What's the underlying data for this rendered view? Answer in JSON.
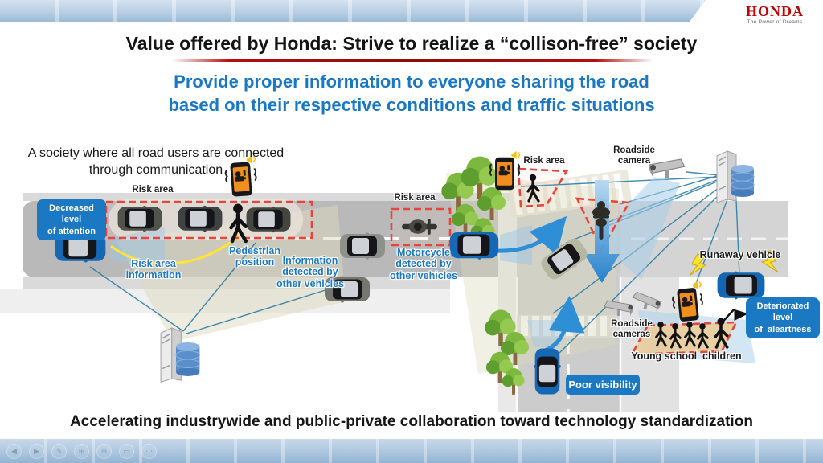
{
  "slide": {
    "logo_name": "HONDA",
    "logo_tagline": "The Power of Dreams",
    "title": "Value offered by Honda: Strive to realize a “collison-free” society",
    "subtitle_lines": [
      "Provide proper information to everyone sharing the road",
      "based on their respective conditions and traffic situations"
    ],
    "intro_lines": [
      "A society where all road users are connected",
      "through communication"
    ],
    "footer_statement": "Accelerating industrywide and public-private collaboration toward technology standardization"
  },
  "diagram": {
    "labels": {
      "risk_area_left": "Risk area",
      "risk_area_mid": "Risk area",
      "risk_area_right": "Risk area",
      "decreased_attention_lines": [
        "Decreased level",
        "of attention"
      ],
      "risk_area_info_lines": [
        "Risk area",
        "information"
      ],
      "pedestrian_position_lines": [
        "Pedestrian",
        "position"
      ],
      "info_detected_lines": [
        "Information",
        "detected by",
        "other vehicles"
      ],
      "motorcycle_detected_lines": [
        "Motorcycle",
        "detected by",
        "other vehicles"
      ],
      "roadside_camera_lines": [
        "Roadside",
        "camera"
      ],
      "roadside_cameras_lines": [
        "Roadside",
        "cameras"
      ],
      "runaway_vehicle": "Runaway vehicle",
      "deteriorated_lines": [
        "Deteriorated level",
        "of  aleartness"
      ],
      "young_school_children": "Young school  children",
      "poor_visibility": "Poor visibility"
    }
  },
  "controls": [
    {
      "name": "previous-slide",
      "glyph": "◀"
    },
    {
      "name": "next-slide",
      "glyph": "▶"
    },
    {
      "name": "pen",
      "glyph": "✎"
    },
    {
      "name": "see-all-slides",
      "glyph": "⊞"
    },
    {
      "name": "zoom",
      "glyph": "⊕"
    },
    {
      "name": "subtitles",
      "glyph": "▭"
    },
    {
      "name": "more-options",
      "glyph": "⋯"
    }
  ],
  "colors": {
    "accent_blue": "#1b79c4",
    "honda_red": "#c00000",
    "risk_red": "#e9443a",
    "connection_teal": "#2e7ea6",
    "label_blue": "#1f78be",
    "arrow_blue": "#2f8fd6",
    "alert_orange": "#f08f1d",
    "warning_yellow": "#f6e32b",
    "road_gray": "#b9b9b9",
    "tree_green": "#7cb83e"
  }
}
